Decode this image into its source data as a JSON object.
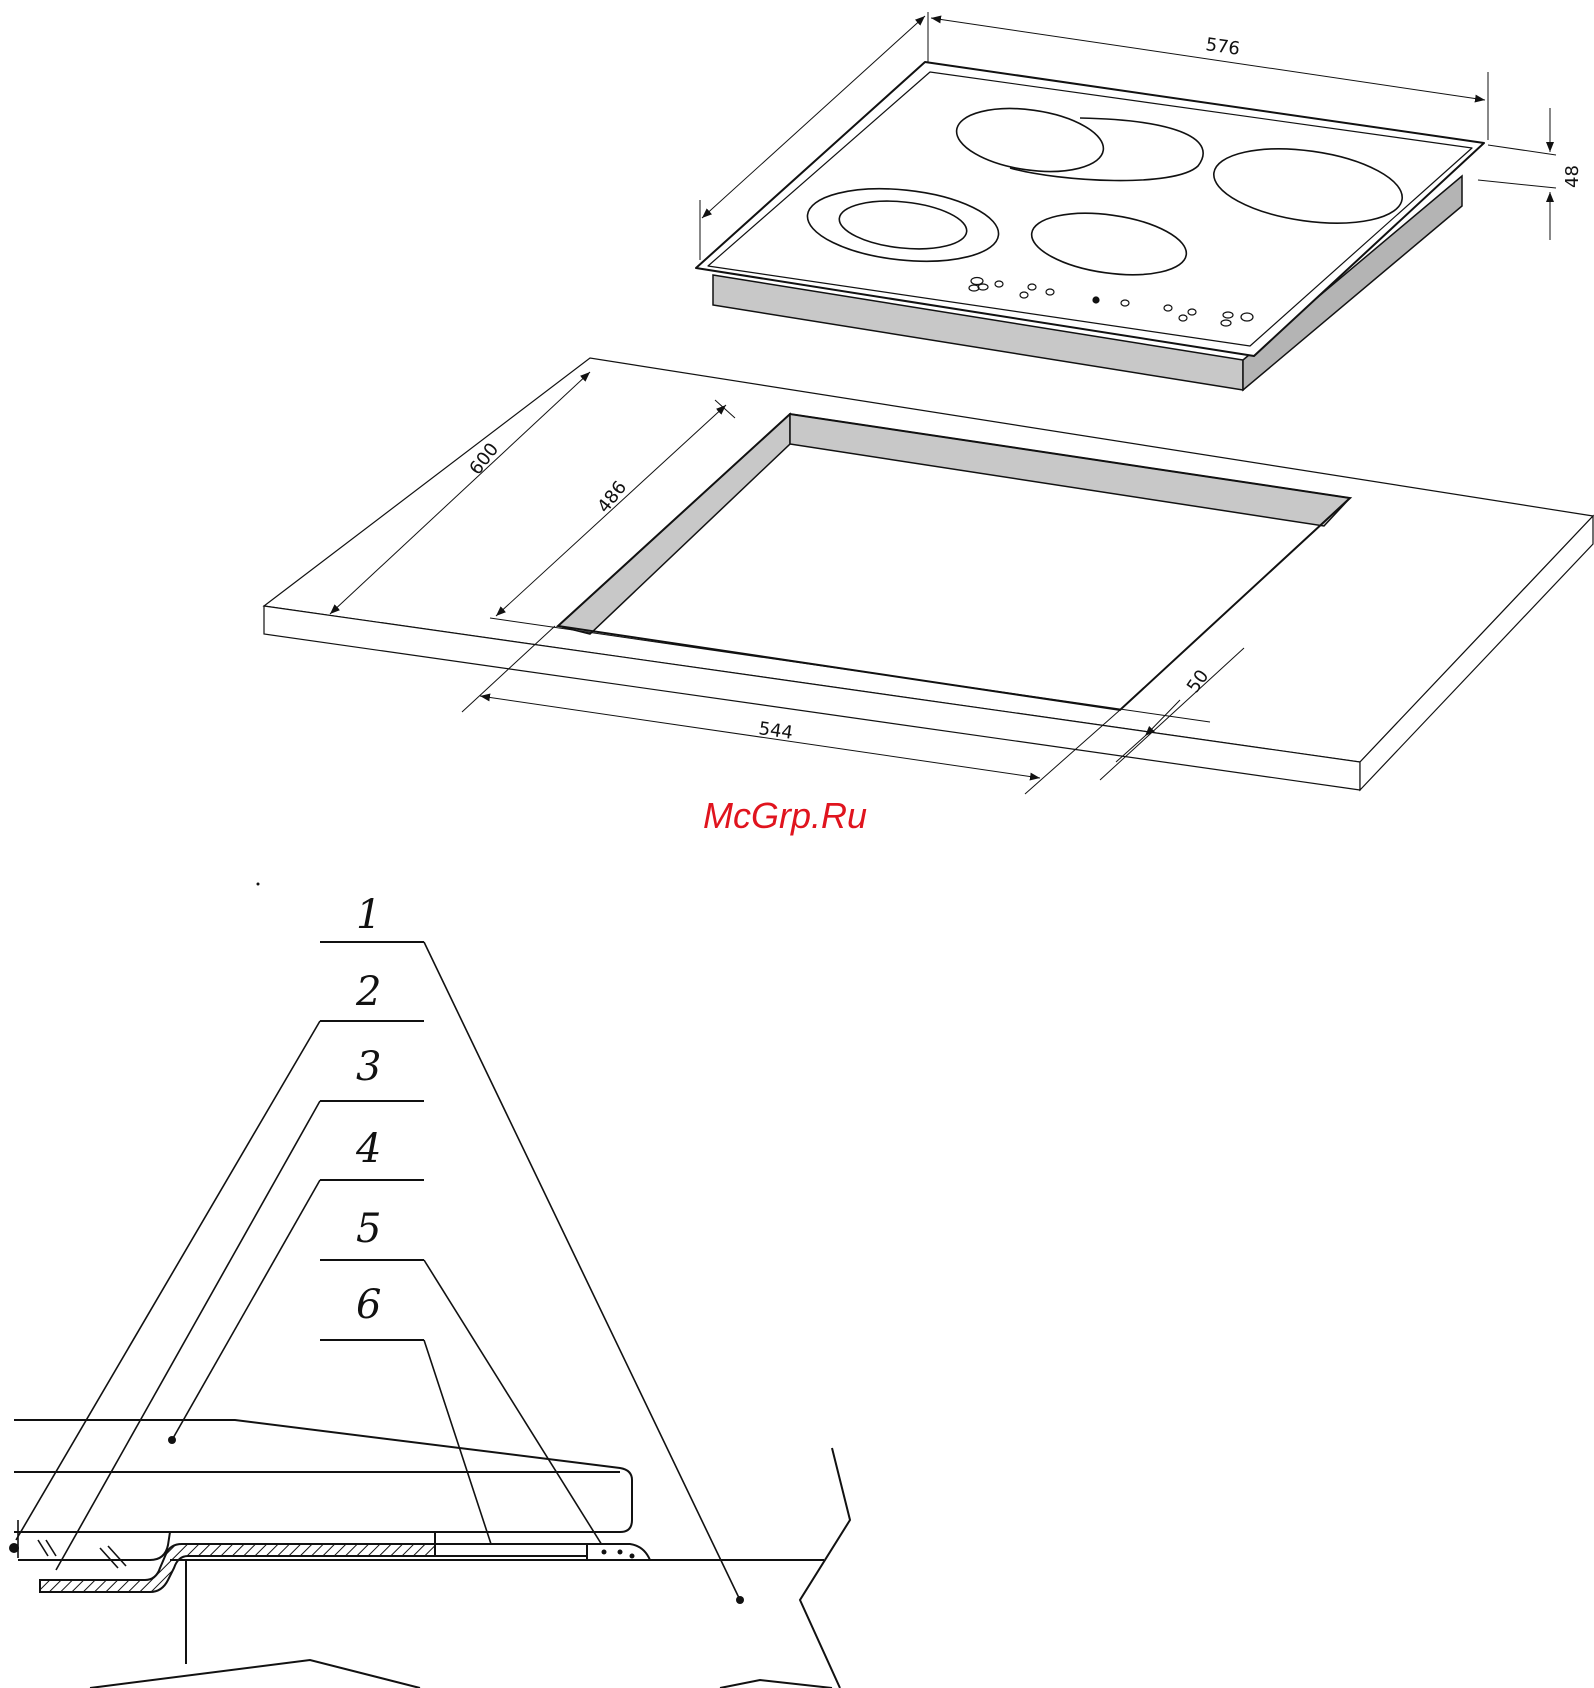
{
  "dimensions": {
    "hob_width": "576",
    "hob_height": "48",
    "worktop_depth": "600",
    "cutout_depth": "486",
    "cutout_width": "544",
    "front_margin": "50"
  },
  "watermark": "McGrp.Ru",
  "callouts": [
    "1",
    "2",
    "3",
    "4",
    "5",
    "6"
  ],
  "colors": {
    "watermark": "#e0141e",
    "shade": "#c8c8c8",
    "line": "#111111"
  }
}
